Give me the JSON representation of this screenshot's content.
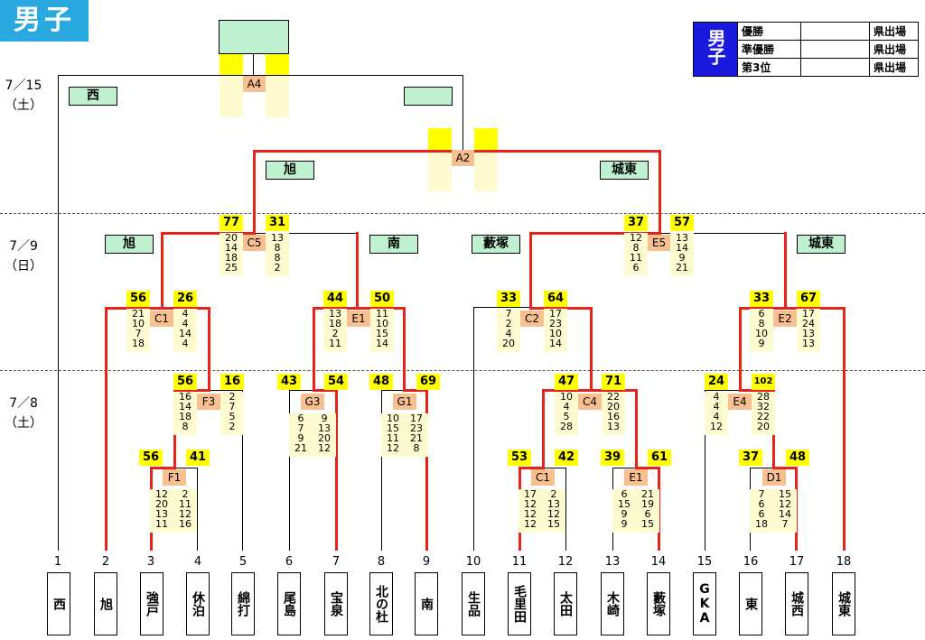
{
  "header": {
    "title": "男子"
  },
  "dates": [
    {
      "date": "7／15",
      "day": "（土）"
    },
    {
      "date": "7／9",
      "day": "（日）"
    },
    {
      "date": "7／8",
      "day": "（土）"
    }
  ],
  "results": {
    "label": "男子",
    "rows": [
      {
        "place": "優勝",
        "note": "県出場"
      },
      {
        "place": "準優勝",
        "note": "県出場"
      },
      {
        "place": "第3位",
        "note": "県出場"
      }
    ]
  },
  "green_labels": [
    "西",
    "",
    "旭",
    "城東",
    "旭",
    "南",
    "藪塚",
    "城東"
  ],
  "matches": [
    "A4",
    "A2",
    "C5",
    "E5",
    "C1",
    "E1",
    "C2",
    "E2",
    "F3",
    "G3",
    "G1",
    "C4",
    "E4",
    "F1",
    "C1",
    "E1",
    "D1"
  ],
  "scores": [
    "77",
    "31",
    "37",
    "57",
    "56",
    "26",
    "44",
    "50",
    "33",
    "64",
    "33",
    "67",
    "56",
    "16",
    "43",
    "54",
    "48",
    "69",
    "47",
    "71",
    "24",
    "102",
    "56",
    "41",
    "53",
    "42",
    "39",
    "61",
    "37",
    "48"
  ],
  "period_scores": [
    "20\n14\n18\n25",
    "13\n8\n8\n2",
    "12\n8\n11\n6",
    "13\n14\n9\n21",
    "21\n10\n7\n18",
    "4\n4\n14\n4",
    "13\n18\n2\n11",
    "11\n10\n15\n14",
    "7\n2\n4\n20",
    "17\n23\n10\n14",
    "6\n8\n10\n9",
    "17\n24\n13\n13",
    "16\n14\n18\n8",
    "2\n7\n5\n2",
    "6\n7\n9\n21",
    "9\n13\n20\n12",
    "10\n15\n11\n12",
    "17\n23\n21\n8",
    "10\n4\n5\n28",
    "22\n20\n16\n13",
    "4\n4\n4\n12",
    "28\n32\n22\n20",
    "12\n20\n13\n11",
    "2\n11\n12\n16",
    "17\n12\n12\n12",
    "2\n13\n12\n15",
    "6\n15\n9\n9",
    "21\n19\n6\n15",
    "7\n6\n6\n18",
    "15\n12\n14\n7"
  ],
  "teams": [
    {
      "no": "1",
      "name": "西"
    },
    {
      "no": "2",
      "name": "旭"
    },
    {
      "no": "3",
      "name": "強戸"
    },
    {
      "no": "4",
      "name": "休泊"
    },
    {
      "no": "5",
      "name": "綿打"
    },
    {
      "no": "6",
      "name": "尾島"
    },
    {
      "no": "7",
      "name": "宝泉"
    },
    {
      "no": "8",
      "name": "北の杜"
    },
    {
      "no": "9",
      "name": "南"
    },
    {
      "no": "10",
      "name": "生品"
    },
    {
      "no": "11",
      "name": "毛里田"
    },
    {
      "no": "12",
      "name": "太田"
    },
    {
      "no": "13",
      "name": "木崎"
    },
    {
      "no": "14",
      "name": "藪塚"
    },
    {
      "no": "15",
      "name": "GKA"
    },
    {
      "no": "16",
      "name": "東"
    },
    {
      "no": "17",
      "name": "城西"
    },
    {
      "no": "18",
      "name": "城東"
    }
  ],
  "colors": {
    "win": "#e8241a",
    "badge": "#2aa8e0",
    "label": "#bff0d0",
    "score": "#ffff00",
    "match": "#f8c090"
  }
}
